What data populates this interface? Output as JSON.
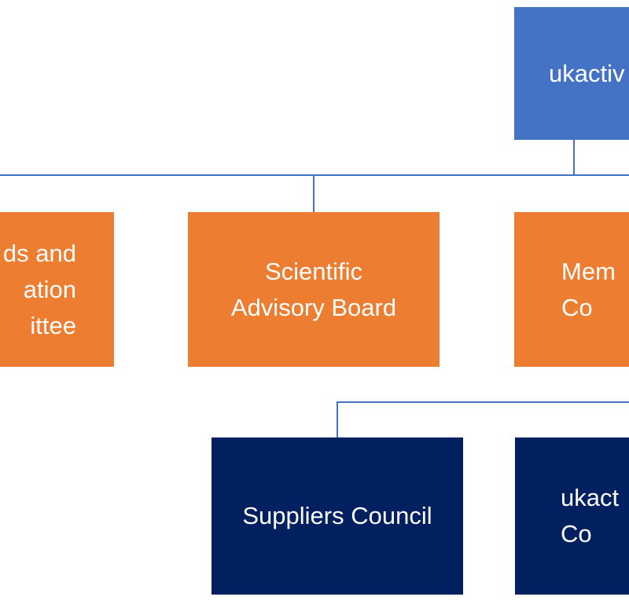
{
  "diagram": {
    "type": "organisation-chart",
    "colors": {
      "connector": "#4472C4",
      "top_box": "#4472C4",
      "middle_box": "#ED7D31",
      "bottom_box": "#002060",
      "text": "#FFFFFF"
    },
    "top_node": {
      "label": "ukactiv"
    },
    "middle_nodes": [
      {
        "label": "ds and\nation\nittee"
      },
      {
        "label": "Scientific\nAdvisory Board"
      },
      {
        "label": "Mem\nCo"
      }
    ],
    "bottom_nodes": [
      {
        "label": "Suppliers Council"
      },
      {
        "label": "ukact\nCo"
      }
    ]
  }
}
